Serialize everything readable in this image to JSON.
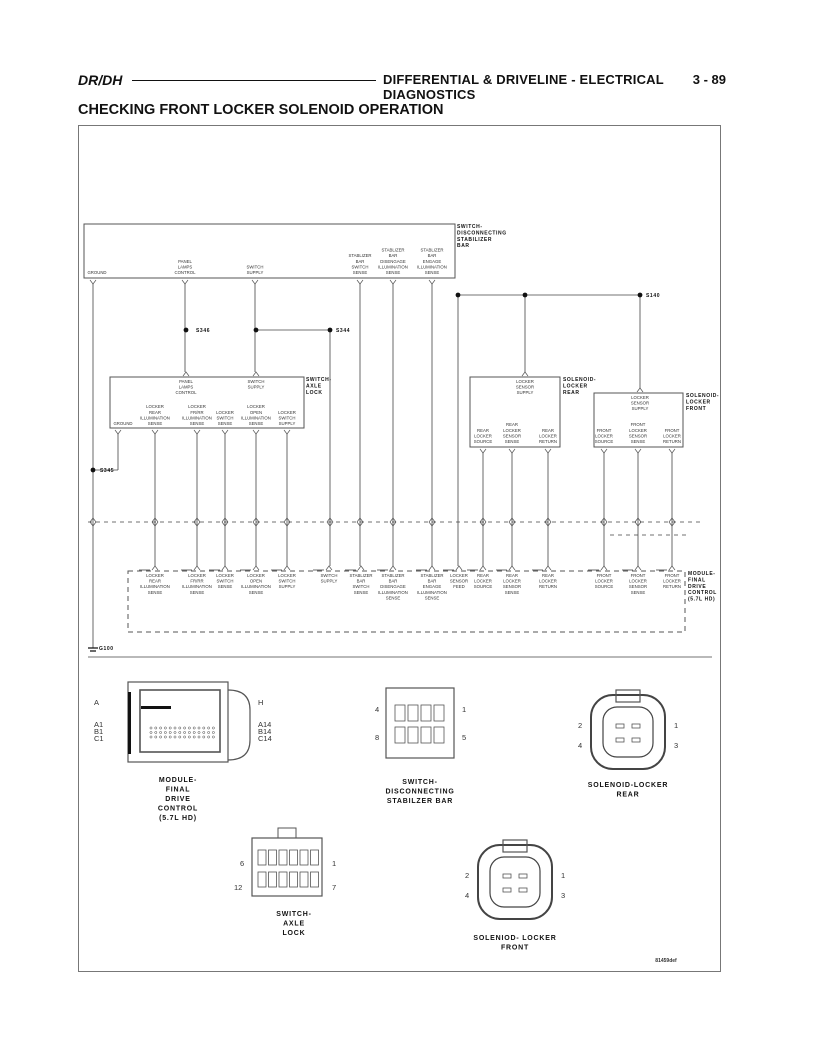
{
  "header": {
    "section": "DR/DH",
    "chapter": "DIFFERENTIAL & DRIVELINE - ELECTRICAL DIAGNOSTICS",
    "page": "3 - 89"
  },
  "title": "CHECKING FRONT LOCKER SOLENOID OPERATION",
  "diagram": {
    "stab_switch": {
      "name": "SWITCH-\nDISCONNECTING\nSTABILIZER\nBAR",
      "pins": [
        "GROUND",
        "PANEL\nLAMPS\nCONTROL",
        "SWITCH\nSUPPLY",
        "STABLIZER\nBAR\nSWITCH\nSENSE",
        "STABLIZER\nBAR\nDISENGAGE\nILLUMINATION\nSENSE",
        "STABLIZER\nBAR\nENGAGE\nILLUMINATION\nSENSE"
      ]
    },
    "axle_lock": {
      "name": "SWITCH-\nAXLE\nLOCK",
      "top_pins": [
        "PANEL\nLAMPS\nCONTROL",
        "SWITCH\nSUPPLY"
      ],
      "pins": [
        "GROUND",
        "LOCKER\nREAR\nILLUMINATION\nSENSE",
        "LOCKER\nFR/RR\nILLUMINATION\nSENSE",
        "LOCKER\nSWITCH\nSENSE",
        "LOCKER\nOPEN\nILLUMINATION\nSENSE",
        "LOCKER\nSWITCH\nSUPPLY"
      ]
    },
    "rear": {
      "name": "SOLENOID-\nLOCKER\nREAR",
      "top_pin": "LOCKER\nSENSOR\nSUPPLY",
      "pins": [
        "REAR\nLOCKER\nSOURCE",
        "REAR\nLOCKER\nSENSOR\nSENSE",
        "REAR\nLOCKER\nRETURN"
      ]
    },
    "front": {
      "name": "SOLENOID-\nLOCKER\nFRONT",
      "top_pin": "LOCKER\nSENSOR\nSUPPLY",
      "pins": [
        "FRONT\nLOCKER\nSOURCE",
        "FRONT\nLOCKER\nSENSOR\nSENSE",
        "FRONT\nLOCKER\nRETURN"
      ]
    },
    "module": {
      "name": "MODULE-\nFINAL\nDRIVE\nCONTROL\n(5.7L HD)",
      "pins": [
        "LOCKER\nREAR\nILLUMINATION\nSENSE",
        "LOCKER\nFR/RR\nILLUMINATION\nSENSE",
        "LOCKER\nSWITCH\nSENSE",
        "LOCKER\nOPEN\nILLUMINATION\nSENSE",
        "LOCKER\nSWITCH\nSUPPLY",
        "SWITCH\nSUPPLY",
        "STABLIZER\nBAR\nSWITCH\nSENSE",
        "STABLIZER\nBAR\nDISENGAGE\nILLUMINATION\nSENSE",
        "STABLIZER\nBAR\nENGAGE\nILLUMINATION\nSENSE",
        "LOCKER\nSENSOR\nFEED",
        "REAR\nLOCKER\nSOURCE",
        "REAR\nLOCKER\nSENSOR\nSENSE",
        "REAR\nLOCKER\nRETURN",
        "FRONT\nLOCKER\nSOURCE",
        "FRONT\nLOCKER\nSENSOR\nSENSE",
        "FRONT\nLOCKER\nRETURN"
      ]
    },
    "splices": {
      "s346": "S346",
      "s344": "S344",
      "s345": "S345",
      "s140": "S140"
    },
    "ground": "G100"
  },
  "connectors": {
    "module": {
      "name": "MODULE-\nFINAL\nDRIVE\nCONTROL\n(5.7L HD)",
      "pins_left": [
        "A",
        "A1",
        "B1",
        "C1"
      ],
      "pins_right": [
        "H",
        "A14",
        "B14",
        "C14"
      ]
    },
    "stab_switch": {
      "name": "SWITCH-\nDISCONNECTING\nSTABILZER BAR",
      "pins": [
        "4",
        "8",
        "1",
        "5"
      ]
    },
    "rear": {
      "name": "SOLENOID-LOCKER\nREAR",
      "pins": [
        "2",
        "4",
        "1",
        "3"
      ]
    },
    "axle_lock": {
      "name": "SWITCH-\nAXLE\nLOCK",
      "pins": [
        "6",
        "12",
        "1",
        "7"
      ]
    },
    "front": {
      "name": "SOLENIOD- LOCKER\nFRONT",
      "pins": [
        "2",
        "4",
        "1",
        "3"
      ]
    }
  },
  "figure_id": "81459def"
}
